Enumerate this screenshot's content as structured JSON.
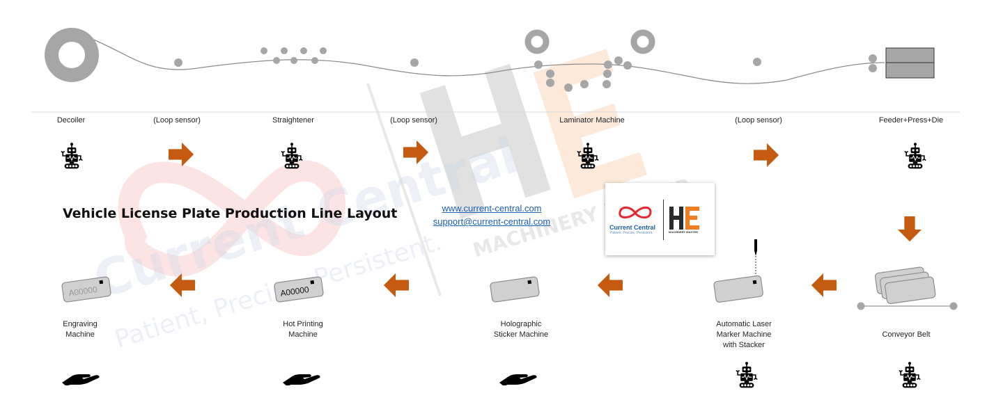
{
  "title": "Vehicle License Plate Production Line Layout",
  "links": {
    "website": "www.current-central.com",
    "email": "support@current-central.com"
  },
  "logo": {
    "brand_name": "Current Central",
    "brand_tagline": "Patient, Precise, Persistent.",
    "partner_letters": "HE",
    "partner_name": "MACHINERY MASTER"
  },
  "watermarks": {
    "brand_name": "Current Central",
    "brand_tagline": "Patient, Precise, Persistent.",
    "partner_name": "MACHINERY MASTER"
  },
  "top_row": [
    {
      "label": "Decoiler",
      "icon": "robot-icon"
    },
    {
      "label": "(Loop sensor)",
      "icon": "arrow-right-icon"
    },
    {
      "label": "Straightener",
      "icon": "robot-icon"
    },
    {
      "label": "(Loop sensor)",
      "icon": "arrow-right-icon"
    },
    {
      "label": "Laminator Machine",
      "icon": "robot-icon"
    },
    {
      "label": "(Loop sensor)",
      "icon": "arrow-right-icon"
    },
    {
      "label": "Feeder+Press+Die",
      "icon": "robot-icon"
    }
  ],
  "bottom_row": [
    {
      "line1": "Engraving",
      "line2": "Machine",
      "line3": "",
      "icon": "hand-icon"
    },
    {
      "line1": "Hot Printing",
      "line2": "Machine",
      "line3": "",
      "icon": "hand-icon"
    },
    {
      "line1": "Holographic",
      "line2": "Sticker Machine",
      "line3": "",
      "icon": "hand-icon"
    },
    {
      "line1": "Automatic Laser",
      "line2": "Marker Machine",
      "line3": "with Stacker",
      "icon": "robot-icon"
    },
    {
      "line1": "Conveyor Belt",
      "icon": "robot-icon"
    }
  ],
  "plates": {
    "engraving_text": "A00000",
    "hot_printing_text": "A00000"
  },
  "colors": {
    "arrow": "#c55a11",
    "roller": "#a6a6a6",
    "plate": "#d0d0d0",
    "link": "#1a5fb4",
    "brand_red": "#e8262d",
    "brand_blue": "#1c5fa0",
    "partner_orange": "#f07d1f"
  }
}
